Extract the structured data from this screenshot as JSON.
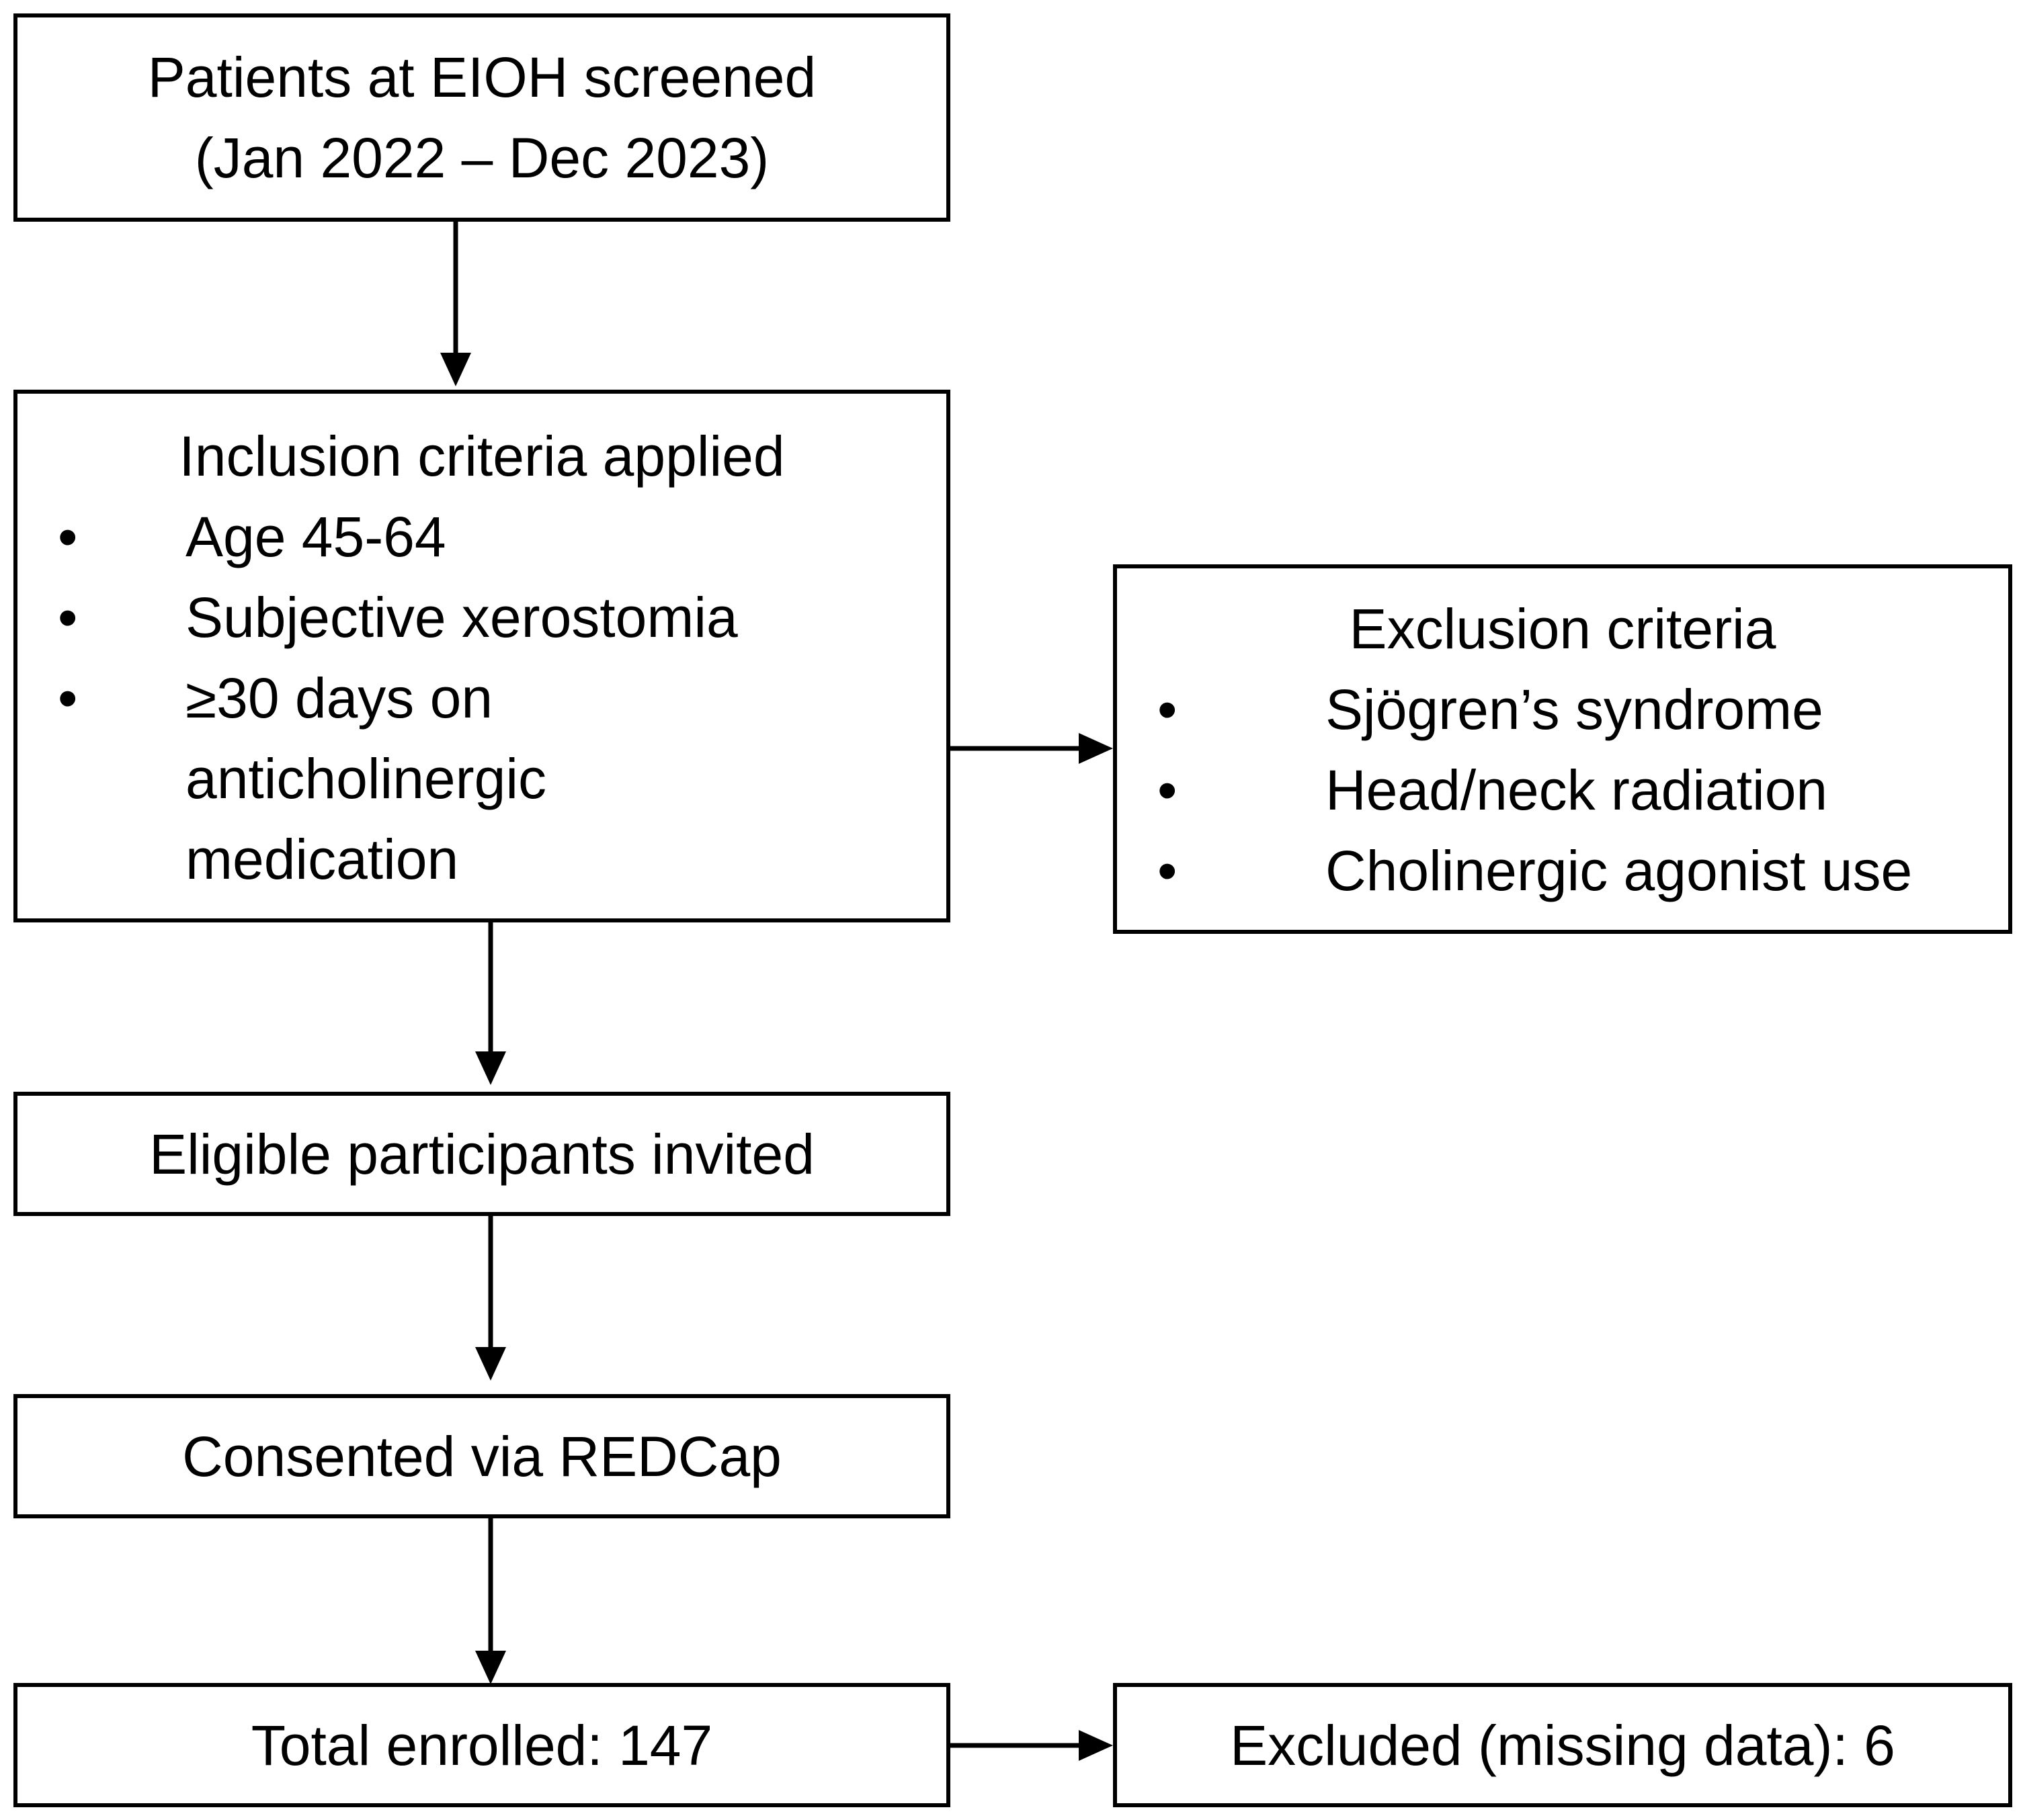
{
  "diagram": {
    "screened_box": {
      "line1": "Patients at EIOH screened",
      "line2": "(Jan 2022 – Dec 2023)"
    },
    "inclusion_box": {
      "title": "Inclusion criteria applied",
      "items": [
        "Age 45-64",
        "Subjective xerostomia",
        "≥30 days on anticholinergic medication"
      ]
    },
    "exclusion_box": {
      "title": "Exclusion criteria",
      "items": [
        "Sjögren’s syndrome",
        "Head/neck radiation",
        "Cholinergic agonist use"
      ]
    },
    "invited_box": {
      "text": "Eligible participants invited"
    },
    "consented_box": {
      "text": "Consented via REDCap"
    },
    "enrolled_box": {
      "text": "Total enrolled: 147"
    },
    "missing_box": {
      "text": "Excluded (missing data): 6"
    },
    "bullet_symbol": "•"
  }
}
